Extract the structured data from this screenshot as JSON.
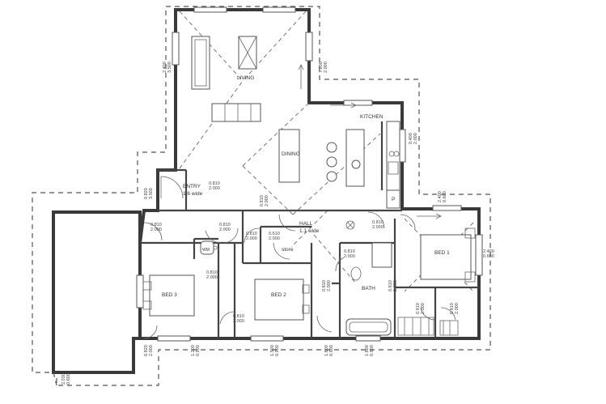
{
  "rooms": {
    "living": "LIVING",
    "kitchen": "KITCHEN",
    "dining": "DINING",
    "entry": "ENTRY",
    "entry_width": "1.6 wide",
    "hall": "HALL",
    "hall_width": "1.1 wide",
    "store": "store",
    "pantry": "P",
    "bed3": "BED 3",
    "bed2": "BED 2",
    "bed1": "BED 1",
    "bath": "BATH",
    "wm": "WM"
  },
  "dims": {
    "living_left": [
      "2.400",
      "3.500"
    ],
    "living_right": [
      "7.200",
      "2.000"
    ],
    "kitchen_right": [
      "0.400",
      "2.000"
    ],
    "entry_left": [
      "0.820",
      "3.500"
    ],
    "entry_door": [
      "0.810",
      "2.000"
    ],
    "dining_wall": [
      "0.810",
      "2.000"
    ],
    "bed3_door": [
      "0.810",
      "2.000"
    ],
    "bed3_wir": [
      "0.810",
      "2.000"
    ],
    "wm_door": [
      "0.810",
      "2.000"
    ],
    "bed2_door": [
      "0.810",
      "2.000"
    ],
    "store_door": [
      "0.610",
      "2.000"
    ],
    "bed2_wir": [
      "0.810",
      "2.000"
    ],
    "bath_door": [
      "0.810",
      "2.000"
    ],
    "toilet_door": [
      "0.810",
      "2.000"
    ],
    "ensuite_door": [
      "0.810",
      "2.000"
    ],
    "bed1_door": [
      "0.810",
      "2.000"
    ],
    "bed1_right": [
      "2.400",
      "0.600"
    ],
    "bed1_top": [
      "2.400",
      "0.600"
    ],
    "ens_a": [
      "0.810",
      "2.000"
    ],
    "ens_b": [
      "0.810",
      "2.000"
    ],
    "bottom_1": [
      "1.200",
      "0.900"
    ],
    "bottom_2": [
      "1.500",
      "0.900"
    ],
    "bottom_3": [
      "1.800",
      "0.900"
    ],
    "bottom_4": [
      "1.800",
      "0.900"
    ],
    "garage_side": [
      "0.820",
      "2.000"
    ],
    "garage_bottom": [
      "2.030",
      "0.600"
    ]
  }
}
